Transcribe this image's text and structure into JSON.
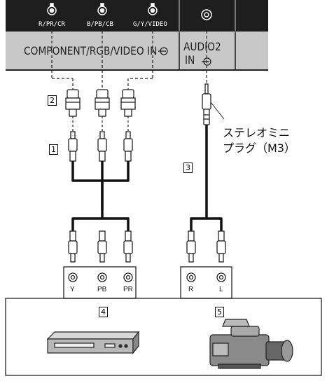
{
  "panel": {
    "top_labels": [
      "R/PR/CR",
      "B/PB/CB",
      "G/Y/VIDEO"
    ],
    "component_label": "COMPONENT/RGB/VIDEO IN",
    "audio_label_line1": "AUDIO2",
    "audio_label_line2": "IN"
  },
  "callouts": {
    "adapter": "2",
    "rca_cable": "1",
    "audio_cable": "3",
    "dvd": "4",
    "camera": "5"
  },
  "mini_plug_note": {
    "line1": "ステレオミニ",
    "line2": "プラグ（M3）"
  },
  "jacks": {
    "video": [
      "Y",
      "PB",
      "PR"
    ],
    "audio": [
      "R",
      "L"
    ]
  }
}
